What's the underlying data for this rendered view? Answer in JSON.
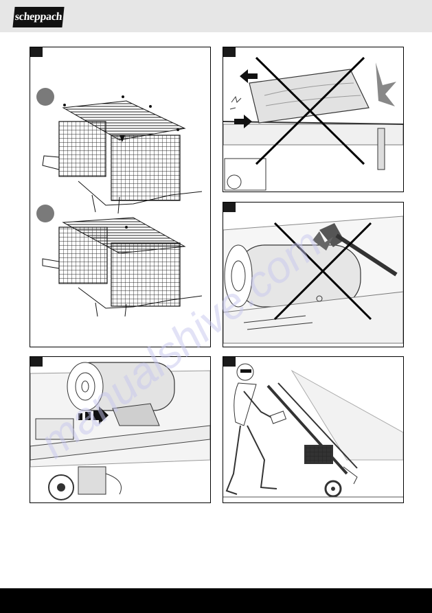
{
  "brand": {
    "logo_text": "scheppach"
  },
  "panels": [
    {
      "id": "panel-1",
      "steps": [
        "",
        ""
      ]
    },
    {
      "id": "panel-2"
    },
    {
      "id": "panel-3"
    },
    {
      "id": "panel-4"
    },
    {
      "id": "panel-5"
    },
    {
      "id": "panel-6"
    }
  ],
  "watermark": {
    "text": "manualshive.com",
    "color": "#c5c5ee"
  }
}
